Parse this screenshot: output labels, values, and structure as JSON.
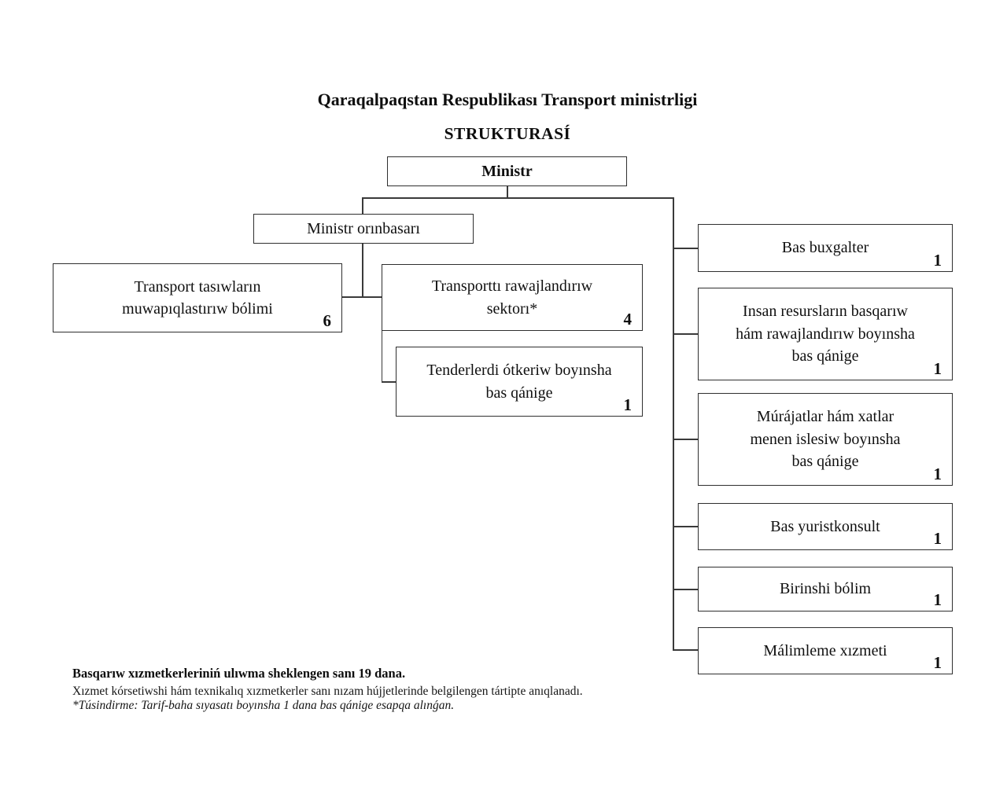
{
  "title": "Qaraqalpaqstan Respublikası Transport ministrligi",
  "subtitle": "STRUKTURASÍ",
  "nodes": {
    "ministr": {
      "lines": [
        "Ministr"
      ]
    },
    "deputy": {
      "lines": [
        "Ministr orınbasarı"
      ]
    },
    "left": [
      {
        "lines": [
          "Transport tasıwların",
          "muwapıqlastırıw bólimi"
        ],
        "count": "6"
      },
      {
        "lines": [
          "Transporttı rawajlandırıw",
          "sektorı*"
        ],
        "count": "4"
      },
      {
        "lines": [
          "Tenderlerdi ótkeriw boyınsha",
          "bas qánige"
        ],
        "count": "1"
      }
    ],
    "right": [
      {
        "lines": [
          "Bas buxgalter"
        ],
        "count": "1"
      },
      {
        "lines": [
          "Insan resursların basqarıw",
          "hám rawajlandırıw boyınsha",
          "bas qánige"
        ],
        "count": "1"
      },
      {
        "lines": [
          "Múrájatlar hám xatlar",
          "menen islesiw boyınsha",
          "bas qánige"
        ],
        "count": "1"
      },
      {
        "lines": [
          "Bas yuristkonsult"
        ],
        "count": "1"
      },
      {
        "lines": [
          "Birinshi bólim"
        ],
        "count": "1"
      },
      {
        "lines": [
          "Málimleme xızmeti"
        ],
        "count": "1"
      }
    ]
  },
  "notes": {
    "total": "Basqarıw xızmetkerleriniń ulıwma sheklengen sanı 19 dana.",
    "service": "Xızmet kórsetiwshi hám texnikalıq xızmetkerler sanı nızam hújjetlerinde belgilengen tártipte anıqlanadı.",
    "footnote": "*Túsindirme: Tarif-baha sıyasatı boyınsha 1 dana bas qánige esapqa alınǵan."
  }
}
